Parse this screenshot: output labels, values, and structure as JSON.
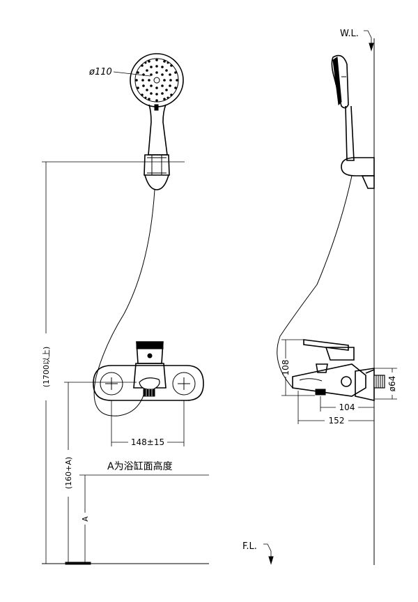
{
  "labels": {
    "water_level": "W.L.",
    "floor_level": "F.L.",
    "bathtub_note": "A为浴缸面高度"
  },
  "dimensions": {
    "head_diameter": "ø110",
    "total_height": "(1700以上)",
    "mixer_height": "(160+A)",
    "tub_height": "A",
    "center_distance": "148±15",
    "body_height": "108",
    "inlet_diameter": "ø64",
    "spout_depth": "104",
    "total_depth": "152"
  }
}
